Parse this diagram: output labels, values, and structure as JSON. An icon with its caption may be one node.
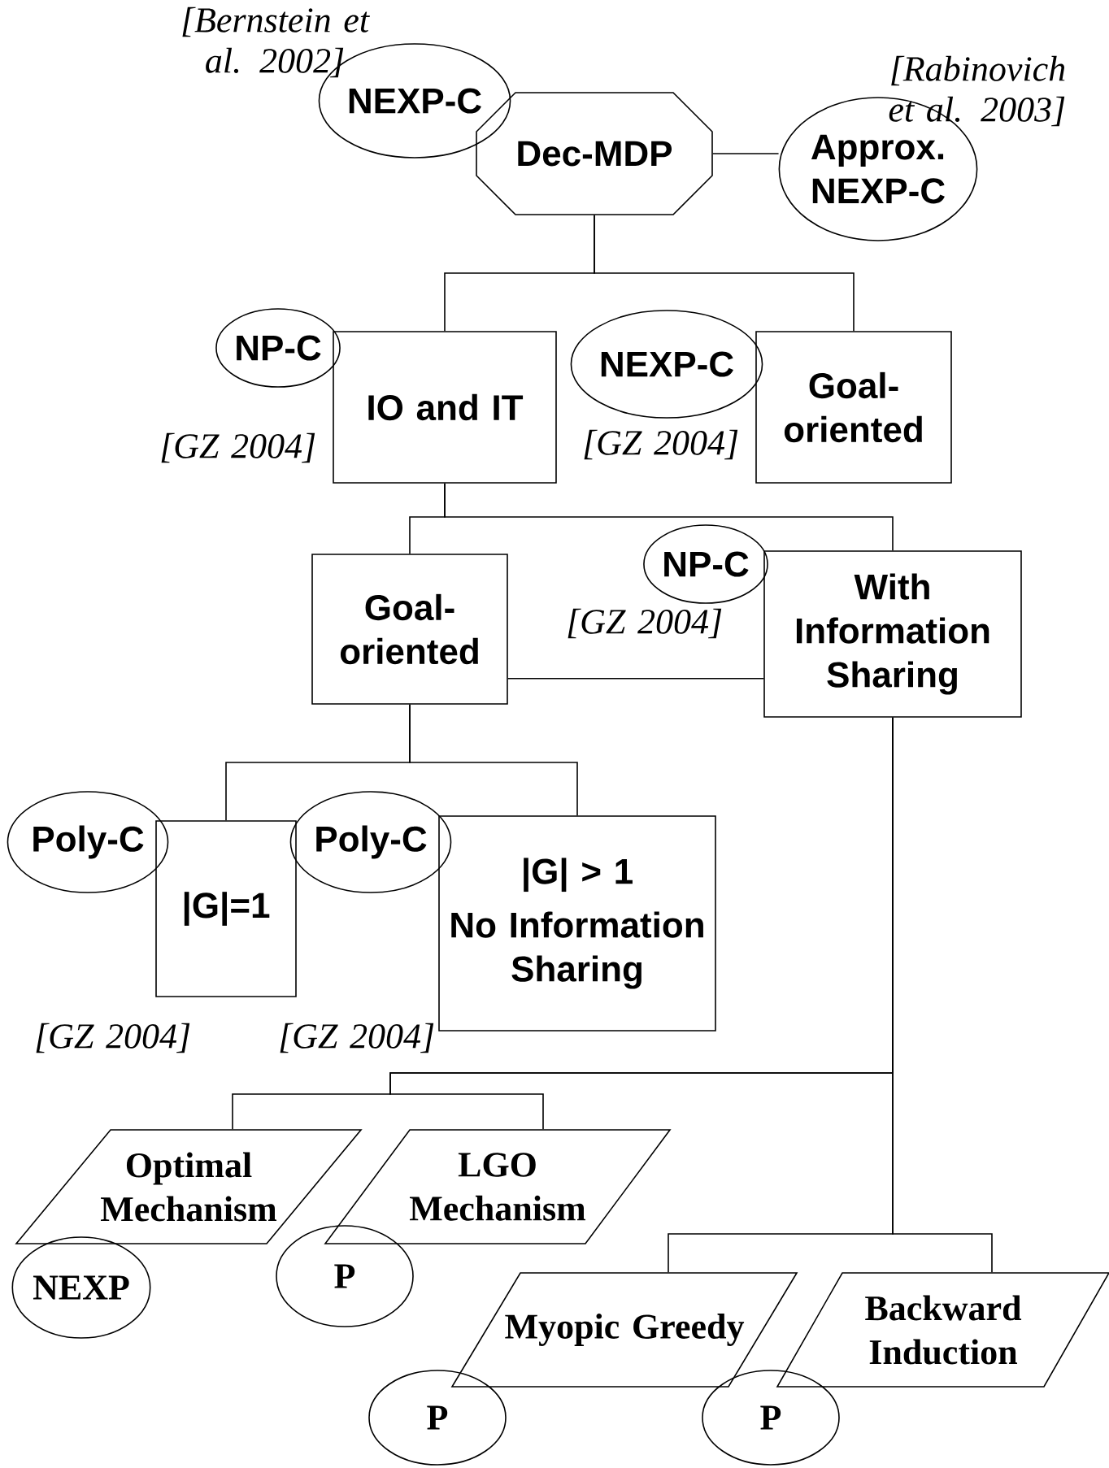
{
  "diagram": {
    "nodes": [
      {
        "text": [
          "NEXP-C"
        ]
      },
      {
        "text": [
          "Dec-MDP"
        ]
      },
      {
        "text": [
          "Approx. NEXP-C"
        ]
      },
      {
        "text": [
          "NP-C"
        ]
      },
      {
        "text": [
          "IO and IT"
        ]
      },
      {
        "text": [
          "NEXP-C"
        ]
      },
      {
        "text": [
          "Goal-oriented"
        ]
      },
      {
        "text": [
          "Goal-oriented"
        ]
      },
      {
        "text": [
          "NP-C"
        ]
      },
      {
        "text": [
          "With Information Sharing"
        ]
      },
      {
        "text": [
          "Poly-C"
        ]
      },
      {
        "text": [
          "|G|=1"
        ]
      },
      {
        "text": [
          "Poly-C"
        ]
      },
      {
        "text": [
          "|G| > 1",
          "No Information Sharing"
        ]
      },
      {
        "text": [
          "Optimal Mechanism"
        ]
      },
      {
        "text": [
          "NEXP"
        ]
      },
      {
        "text": [
          "LGO Mechanism"
        ]
      },
      {
        "text": [
          "P"
        ]
      },
      {
        "text": [
          "Myopic Greedy"
        ]
      },
      {
        "text": [
          "P"
        ]
      },
      {
        "text": [
          "Backward Induction"
        ]
      },
      {
        "text": [
          "P"
        ]
      }
    ],
    "edges": [
      {
        "from": 1,
        "to": 2,
        "arrow": "none"
      },
      {
        "from": 1,
        "to": 4,
        "arrow": "none"
      },
      {
        "from": 1,
        "to": 6,
        "arrow": "none"
      },
      {
        "from": 4,
        "to": 7,
        "arrow": "none"
      },
      {
        "from": 4,
        "to": 9,
        "arrow": "none"
      },
      {
        "from": 7,
        "to": 9,
        "arrow": "none"
      },
      {
        "from": 7,
        "to": 11,
        "arrow": "none"
      },
      {
        "from": 7,
        "to": 13,
        "arrow": "none"
      },
      {
        "from": 9,
        "to": 14,
        "arrow": "none"
      },
      {
        "from": 9,
        "to": 16,
        "arrow": "none"
      },
      {
        "from": 9,
        "to": 18,
        "arrow": "none"
      },
      {
        "from": 9,
        "to": 20,
        "arrow": "none"
      }
    ],
    "labels": [
      "[Bernstein et al. 2002]",
      "[Rabinovich et al. 2003]",
      "[GZ 2004]",
      "[GZ 2004]",
      "[GZ 2004]",
      "[GZ 2004]",
      "[GZ 2004]"
    ]
  }
}
